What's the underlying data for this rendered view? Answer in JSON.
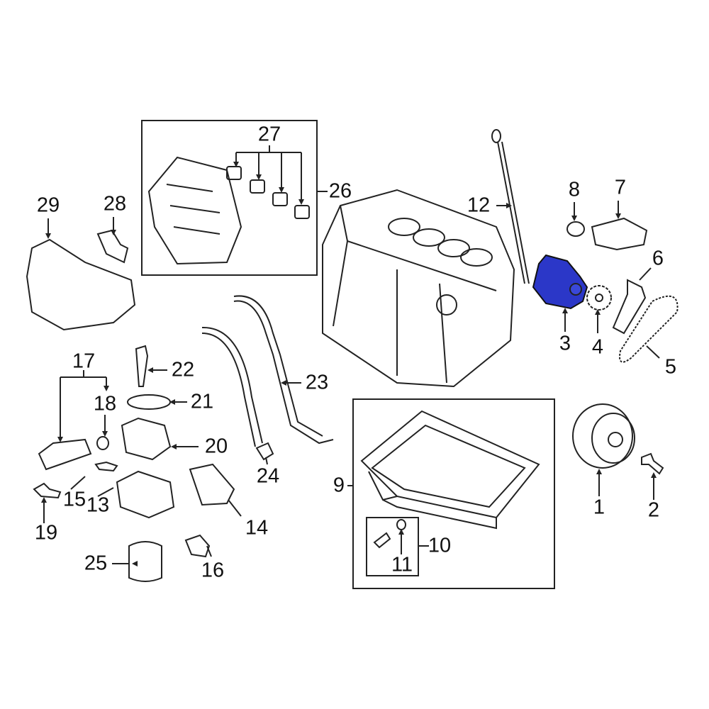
{
  "diagram": {
    "highlight_color": "#2b37c8",
    "line_color": "#222222",
    "callouts": [
      {
        "id": "c1",
        "number": "1",
        "part": "crankshaft-pulley"
      },
      {
        "id": "c2",
        "number": "2",
        "part": "pulley-bolt"
      },
      {
        "id": "c3",
        "number": "3",
        "part": "oil-pump"
      },
      {
        "id": "c4",
        "number": "4",
        "part": "pump-sprocket"
      },
      {
        "id": "c5",
        "number": "5",
        "part": "drive-chain"
      },
      {
        "id": "c6",
        "number": "6",
        "part": "chain-tensioner"
      },
      {
        "id": "c7",
        "number": "7",
        "part": "bracket"
      },
      {
        "id": "c8",
        "number": "8",
        "part": "seal"
      },
      {
        "id": "c9",
        "number": "9",
        "part": "oil-pan"
      },
      {
        "id": "c10",
        "number": "10",
        "part": "drain-plug-kit"
      },
      {
        "id": "c11",
        "number": "11",
        "part": "drain-plug-gasket"
      },
      {
        "id": "c12",
        "number": "12",
        "part": "dipstick"
      },
      {
        "id": "c13",
        "number": "13",
        "part": "filter-housing"
      },
      {
        "id": "c14",
        "number": "14",
        "part": "housing-gasket"
      },
      {
        "id": "c15",
        "number": "15",
        "part": "bolt"
      },
      {
        "id": "c16",
        "number": "16",
        "part": "pressure-switch"
      },
      {
        "id": "c17",
        "number": "17",
        "part": "valve-assembly"
      },
      {
        "id": "c18",
        "number": "18",
        "part": "o-ring"
      },
      {
        "id": "c19",
        "number": "19",
        "part": "bolt"
      },
      {
        "id": "c20",
        "number": "20",
        "part": "oil-cooler"
      },
      {
        "id": "c21",
        "number": "21",
        "part": "cooler-gasket"
      },
      {
        "id": "c22",
        "number": "22",
        "part": "cooler-bolt"
      },
      {
        "id": "c23",
        "number": "23",
        "part": "coolant-hose"
      },
      {
        "id": "c24",
        "number": "24",
        "part": "hose-fitting"
      },
      {
        "id": "c25",
        "number": "25",
        "part": "oil-filter"
      },
      {
        "id": "c26",
        "number": "26",
        "part": "intake-manifold"
      },
      {
        "id": "c27",
        "number": "27",
        "part": "manifold-gaskets"
      },
      {
        "id": "c28",
        "number": "28",
        "part": "sensor-bracket"
      },
      {
        "id": "c29",
        "number": "29",
        "part": "engine-cover"
      }
    ]
  }
}
